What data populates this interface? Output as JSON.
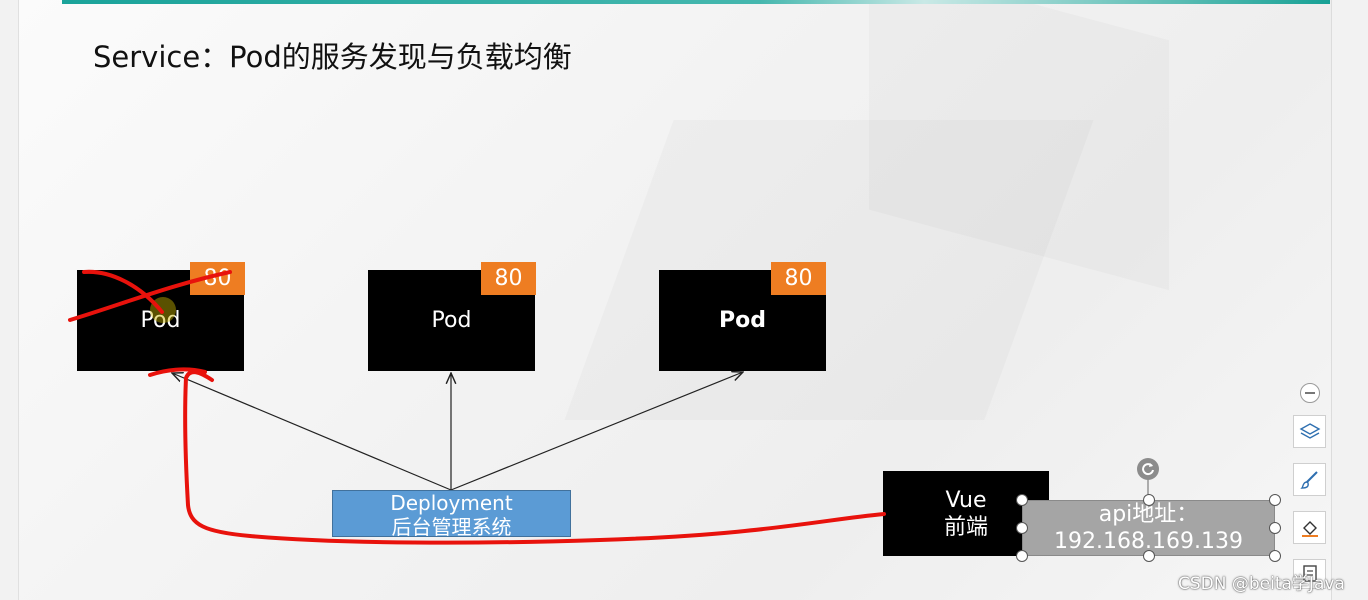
{
  "slide": {
    "title": "Service：Pod的服务发现与负载均衡"
  },
  "pods": [
    {
      "label": "Pod",
      "port": "80"
    },
    {
      "label": "Pod",
      "port": "80"
    },
    {
      "label": "Pod",
      "port": "80"
    }
  ],
  "deployment": {
    "line1": "Deployment",
    "line2": "后台管理系统"
  },
  "vue": {
    "line1": "Vue",
    "line2": "前端"
  },
  "api": {
    "line1": "api地址：",
    "line2": "192.168.169.139"
  },
  "toolbar": {
    "icons": [
      "minus-circle-icon",
      "layers-icon",
      "brush-icon",
      "shape-fill-icon",
      "note-icon"
    ]
  },
  "annotation_color": "#e8120c",
  "watermark": "CSDN @beita学Java"
}
